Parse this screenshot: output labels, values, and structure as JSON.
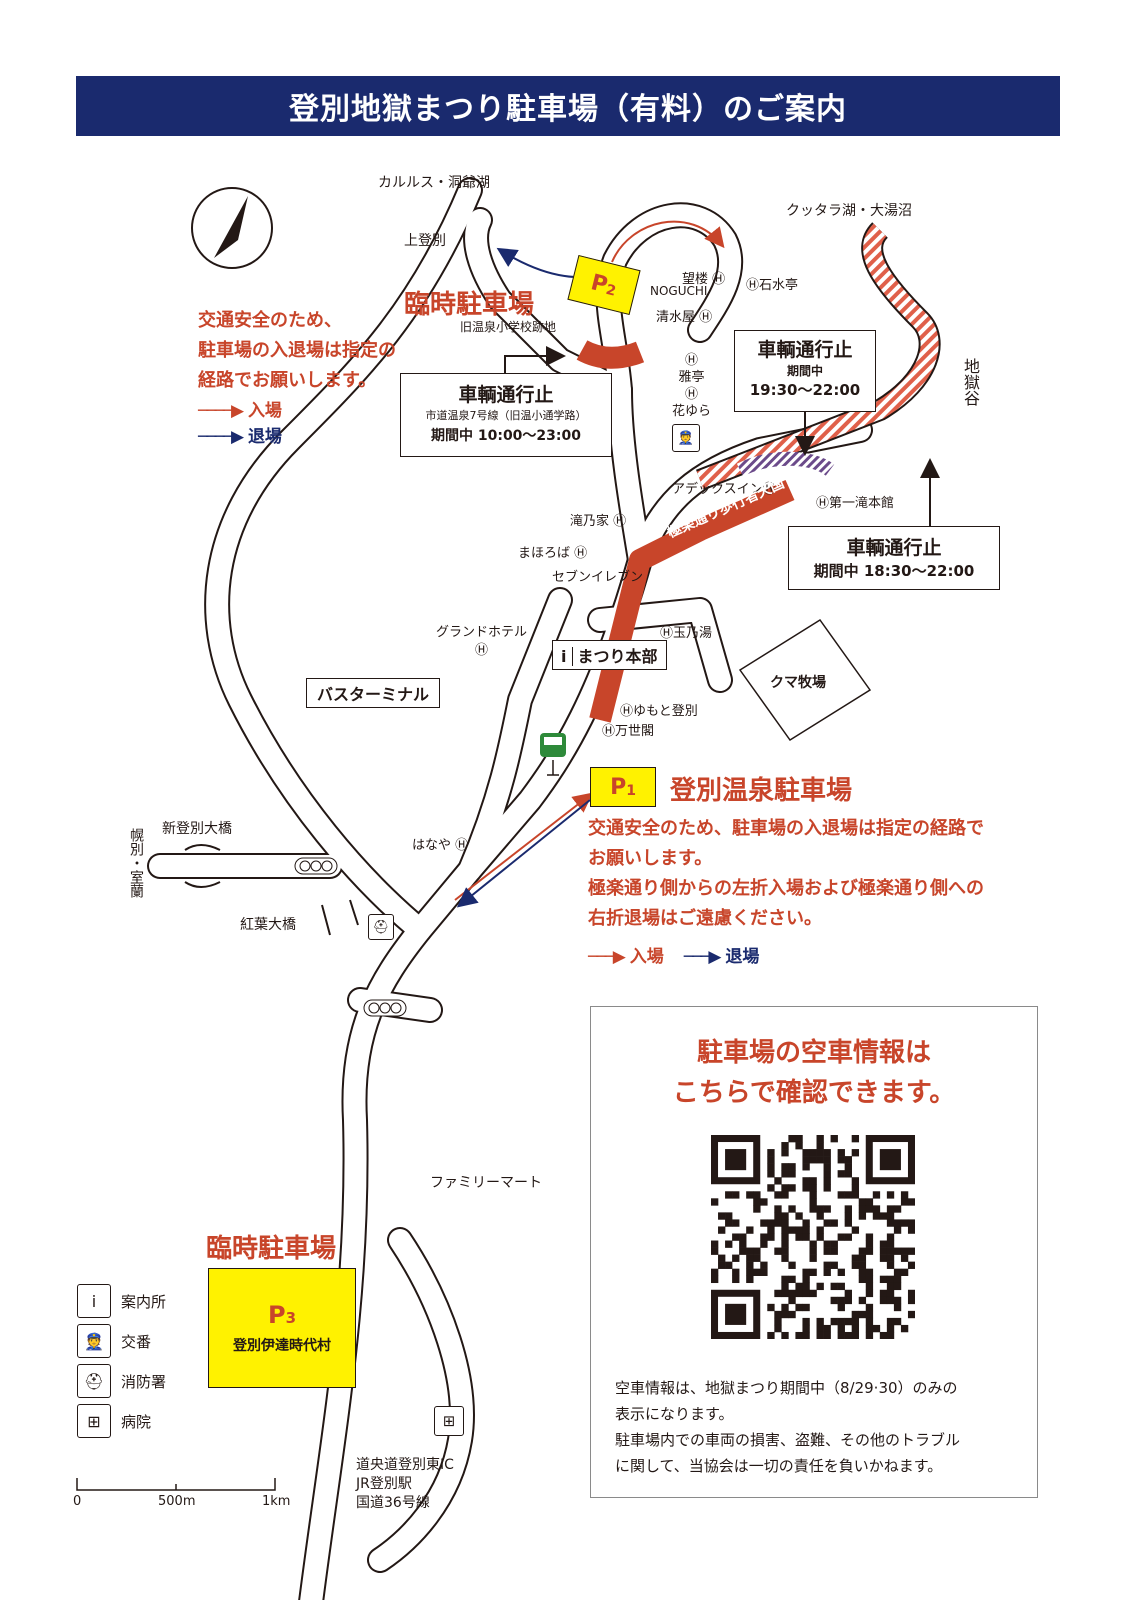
{
  "title": "登別地獄まつり駐車場（有料）のご案内",
  "places": {
    "karurusu": "カルルス・洞爺湖",
    "kuttara": "クッタラ湖・大湯沼",
    "kami_noboribetsu": "上登別",
    "jigokudani": "地獄谷",
    "kyu_school": "旧温泉小学校跡地",
    "noguchi": "NOGUCHI",
    "bourou": "望楼",
    "sekisuitei": "石水亭",
    "seisuiya": "清水屋",
    "gatei": "雅亭",
    "hanayura": "花ゆら",
    "adexin": "アデックスイン",
    "daiichi": "第一滝本館",
    "takinoya": "滝乃家",
    "mahoroba": "まほろば",
    "seven": "セブンイレブン",
    "gokuraku": "極楽通り歩行者天国",
    "grand": "グランドホテル",
    "tamanoyu": "玉乃湯",
    "kuma": "クマ牧場",
    "bus_terminal": "バスターミナル",
    "yumoto": "ゆもと登別",
    "mansei": "万世閣",
    "hanaya": "はなや",
    "shin_bridge": "新登別大橋",
    "momiji_bridge": "紅葉大橋",
    "horobetsu": "幌別・室蘭",
    "family": "ファミリーマート",
    "ic": "道央道登別東IC",
    "jr": "JR登別駅",
    "route36": "国道36号線"
  },
  "matsuri_hq": {
    "icon": "i",
    "label": "まつり本部"
  },
  "p1": {
    "letter": "P",
    "num": "1",
    "name": "登別温泉駐車場"
  },
  "p2": {
    "letter": "P",
    "num": "2",
    "name": "臨時駐車場"
  },
  "p3": {
    "letter": "P",
    "num": "3",
    "heading": "臨時駐車場",
    "name": "登別伊達時代村"
  },
  "notice_p2": [
    "交通安全のため、",
    "駐車場の入退場は指定の",
    "経路でお願いします。"
  ],
  "notice_p1": [
    "交通安全のため、駐車場の入退場は指定の経路で",
    "お願いします。",
    "極楽通り側からの左折入場および極楽通り側への",
    "右折退場はご遠慮ください。"
  ],
  "arrows": {
    "enter": "入場",
    "exit": "退場"
  },
  "closures": [
    {
      "title": "車輌通行止",
      "sub": "市道温泉7号線（旧温小通学路）",
      "period": "期間中 10:00〜23:00"
    },
    {
      "title": "車輌通行止",
      "sub": "期間中",
      "period": "19:30〜22:00"
    },
    {
      "title": "車輌通行止",
      "sub": "",
      "period": "期間中 18:30〜22:00"
    }
  ],
  "legend": [
    {
      "icon": "info-icon",
      "glyph": "i",
      "label": "案内所"
    },
    {
      "icon": "police-box-icon",
      "glyph": "👮",
      "label": "交番"
    },
    {
      "icon": "fire-station-icon",
      "glyph": "⛑",
      "label": "消防署"
    },
    {
      "icon": "hospital-icon",
      "glyph": "⊞",
      "label": "病院"
    }
  ],
  "scale": {
    "zero": "0",
    "mid": "500m",
    "end": "1km"
  },
  "hotel_mark": "H",
  "qr": {
    "heading": [
      "駐車場の空車情報は",
      "こちらで確認できます。"
    ],
    "note": [
      "空車情報は、地獄まつり期間中（8/29·30）のみの",
      "表示になります。",
      "駐車場内での車両の損害、盗難、その他のトラブル",
      "に関して、当協会は一切の責任を負いかねます。"
    ]
  },
  "colors": {
    "navy": "#1a2a6e",
    "red": "#c8452a",
    "yellow": "#fff200",
    "green": "#2e8a3a"
  }
}
